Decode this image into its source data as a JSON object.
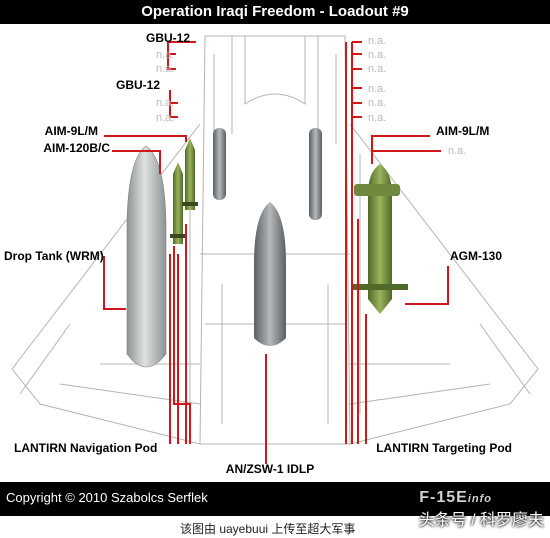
{
  "title": "Operation Iraqi Freedom - Loadout #9",
  "labels": {
    "gbu12_top": "GBU-12",
    "gbu12_mid": "GBU-12",
    "aim9_left": "AIM-9L/M",
    "aim120_left": "AIM-120B/C",
    "drop_tank": "Drop Tank (WRM)",
    "lantirn_nav": "LANTIRN Navigation Pod",
    "idlp": "AN/ZSW-1 IDLP",
    "lantirn_tgt": "LANTIRN Targeting Pod",
    "aim9_right": "AIM-9L/M",
    "agm130": "AGM-130",
    "na": "n.a."
  },
  "footer": {
    "copyright": "Copyright © 2010 Szabolcs Serflek",
    "logo_main": "F-15E",
    "logo_sub": "info"
  },
  "watermark": {
    "text": "该图由 uayebuui 上传至超大军事",
    "brand": "头条号 / 科罗廖夫"
  },
  "colors": {
    "leader": "#d01818",
    "na_text": "#b8b8b8",
    "store_green": "#6f8a3e",
    "tank_grey": "#b9bcbc"
  }
}
